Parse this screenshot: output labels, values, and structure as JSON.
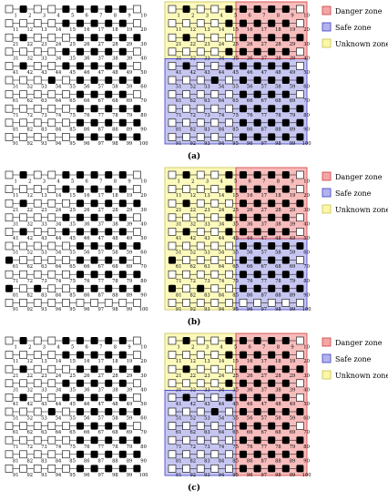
{
  "colors": {
    "danger_fill": "#f4a6a6",
    "danger_stroke": "#d23c3c",
    "safe_fill": "#b3b3ec",
    "safe_stroke": "#3c3cc8",
    "unknown_fill": "#fbf7a6",
    "unknown_stroke": "#c8c050"
  },
  "legend": {
    "danger": "Danger zone",
    "safe": "Safe zone",
    "unknown": "Unknown zone"
  },
  "panels": [
    {
      "caption": "(a)",
      "occupied_cells": [
        2,
        5,
        6,
        7,
        8,
        9,
        15,
        16,
        17,
        18,
        19,
        22,
        26,
        27,
        28,
        29,
        30,
        35,
        36,
        37,
        38,
        39,
        42,
        45,
        46,
        47,
        48,
        49,
        54,
        56,
        57,
        58,
        59,
        60,
        66,
        67,
        68,
        69,
        76,
        77,
        78,
        79,
        80,
        86,
        87,
        88,
        89,
        90,
        96,
        97,
        98,
        99,
        100
      ],
      "zones": {
        "danger": [
          6,
          10,
          1,
          4
        ],
        "unknown": [
          1,
          5,
          1,
          4
        ],
        "safe": [
          1,
          10,
          5,
          10
        ]
      }
    },
    {
      "caption": "(b)",
      "occupied_cells": [
        2,
        5,
        6,
        7,
        8,
        9,
        15,
        16,
        17,
        18,
        19,
        22,
        26,
        27,
        28,
        29,
        30,
        35,
        36,
        37,
        38,
        39,
        42,
        45,
        46,
        47,
        48,
        49,
        56,
        57,
        58,
        59,
        60,
        61,
        66,
        67,
        68,
        69,
        76,
        77,
        78,
        79,
        80,
        81,
        83,
        86,
        87,
        88,
        89,
        90
      ],
      "zones": {
        "danger": [
          6,
          10,
          1,
          5
        ],
        "unknown": [
          1,
          5,
          1,
          10
        ],
        "safe": [
          6,
          10,
          6,
          10
        ]
      }
    },
    {
      "caption": "(c)",
      "occupied_cells": [
        2,
        5,
        6,
        7,
        8,
        9,
        15,
        16,
        17,
        18,
        19,
        22,
        26,
        27,
        28,
        29,
        30,
        35,
        36,
        37,
        38,
        39,
        42,
        45,
        46,
        47,
        48,
        49,
        54,
        56,
        57,
        58,
        59,
        60,
        66,
        67,
        68,
        69,
        76,
        77,
        78,
        79,
        80,
        86,
        87,
        88,
        89,
        90,
        96,
        97,
        98,
        99,
        100
      ],
      "zones": {
        "danger": [
          6,
          10,
          1,
          10
        ],
        "unknown": [
          1,
          5,
          1,
          4
        ],
        "safe": [
          1,
          5,
          5,
          10
        ]
      }
    }
  ]
}
